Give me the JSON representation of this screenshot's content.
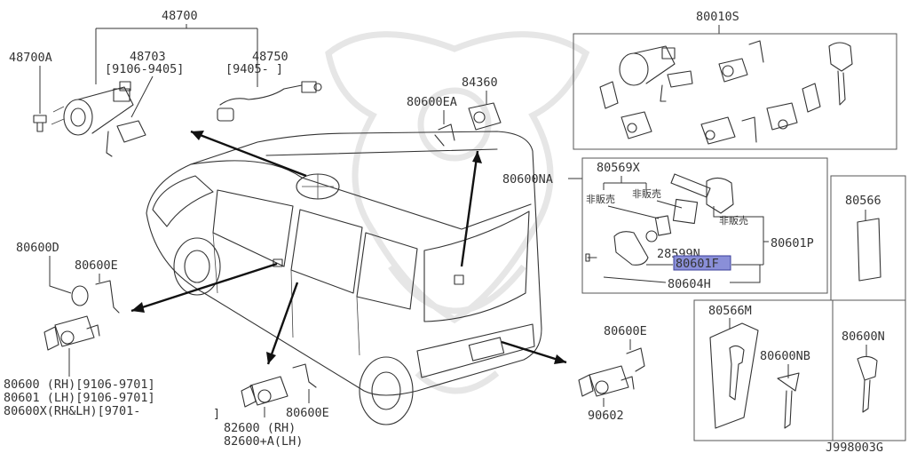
{
  "diagram": {
    "labels": {
      "p48700": "48700",
      "p48700A": "48700A",
      "p48703": "48703",
      "p48703_date": "[9106-9405]",
      "p48750": "48750",
      "p48750_date": "[9405-      ]",
      "p84360": "84360",
      "p80600EA": "80600EA",
      "p80010S": "80010S",
      "p80600NA": "80600NA",
      "p80569X": "80569X",
      "nonsale1": "非販売",
      "nonsale2": "非販売",
      "nonsale3": "非販売",
      "p28599N": "28599N",
      "p80601F": "80601F",
      "p80604H": "80604H",
      "p80601P": "80601P",
      "p80566": "80566",
      "p80566M": "80566M",
      "p80600NB": "80600NB",
      "p80600N": "80600N",
      "p80600D": "80600D",
      "p80600E_left": "80600E",
      "p80600_rh": "80600 (RH)[9106-9701]",
      "p80601_lh": "80601 (LH)[9106-9701]",
      "p80600X": "80600X(RH&LH)[9701-",
      "p80600X_end": "]",
      "p82600_rh": "82600 (RH)",
      "p82600A_lh": "82600+A(LH)",
      "p80600E_mid": "80600E",
      "p80600E_right": "80600E",
      "p90602": "90602",
      "diagram_code": "J998003G"
    },
    "highlight_color": "#8a8fd8"
  }
}
